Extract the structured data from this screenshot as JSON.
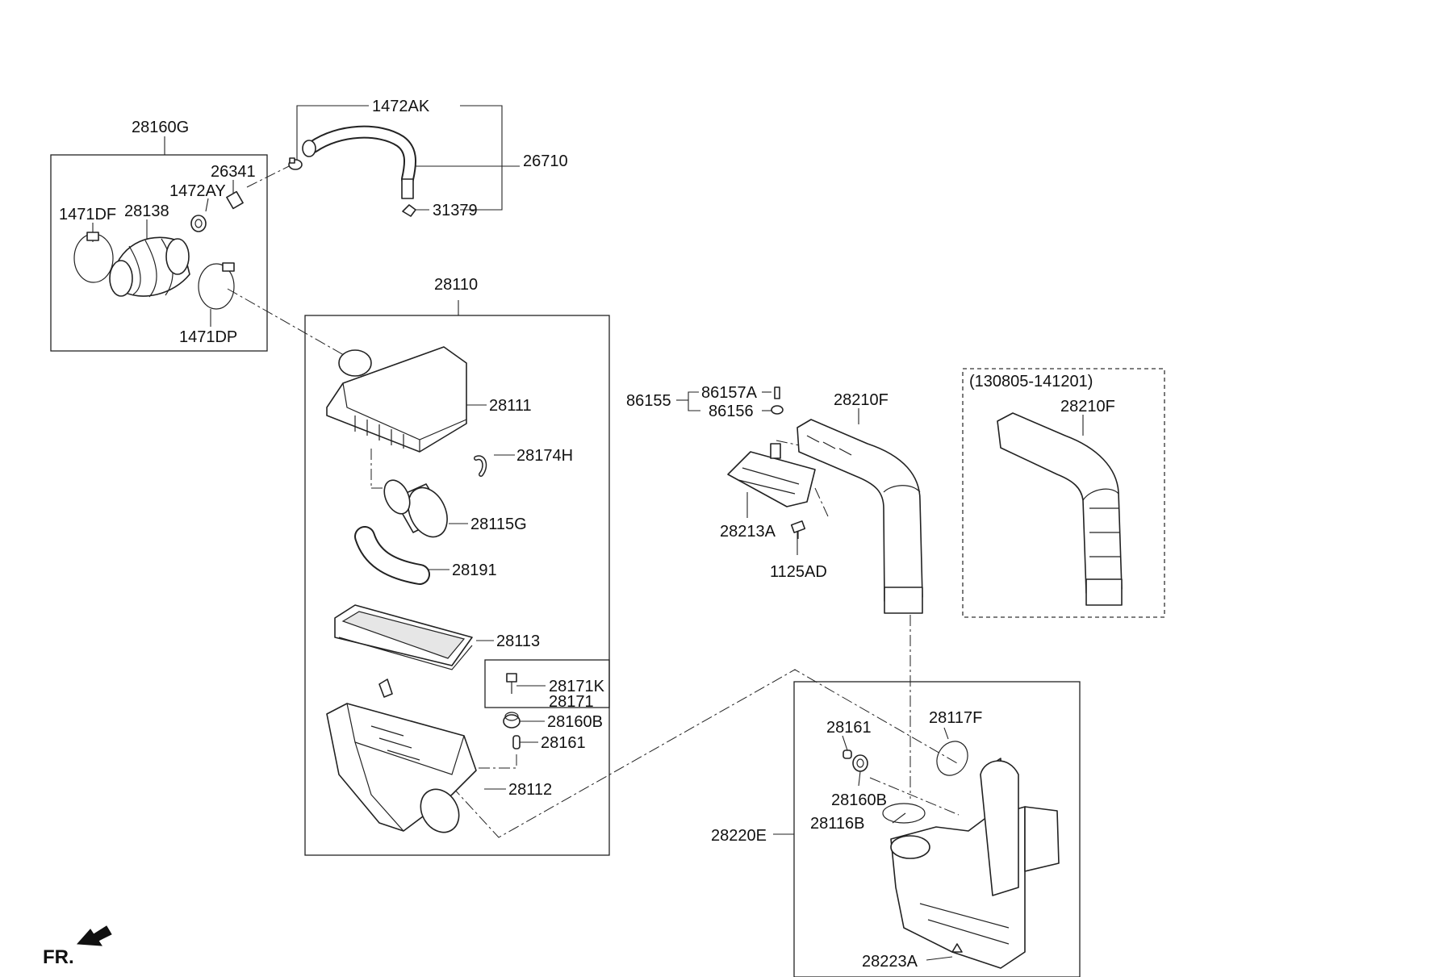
{
  "labels": {
    "l28160G": "28160G",
    "l1472AK": "1472AK",
    "l26710": "26710",
    "l26341": "26341",
    "l1472AY": "1472AY",
    "l1471DF": "1471DF",
    "l28138": "28138",
    "l31379": "31379",
    "l1471DP": "1471DP",
    "l28110": "28110",
    "l28111": "28111",
    "l28174H": "28174H",
    "l28115G": "28115G",
    "l28191": "28191",
    "l28113": "28113",
    "l28171K": "28171K",
    "l28171": "28171",
    "l28160B_a": "28160B",
    "l28161_a": "28161",
    "l28112": "28112",
    "l86155": "86155",
    "l86157A": "86157A",
    "l86156": "86156",
    "l28210F_a": "28210F",
    "l28213A": "28213A",
    "l1125AD": "1125AD",
    "l130805": "(130805-141201)",
    "l28210F_b": "28210F",
    "l28161_b": "28161",
    "l28117F": "28117F",
    "l28160B_b": "28160B",
    "l28116B": "28116B",
    "l28220E": "28220E",
    "l28223A": "28223A",
    "fr": "FR."
  }
}
